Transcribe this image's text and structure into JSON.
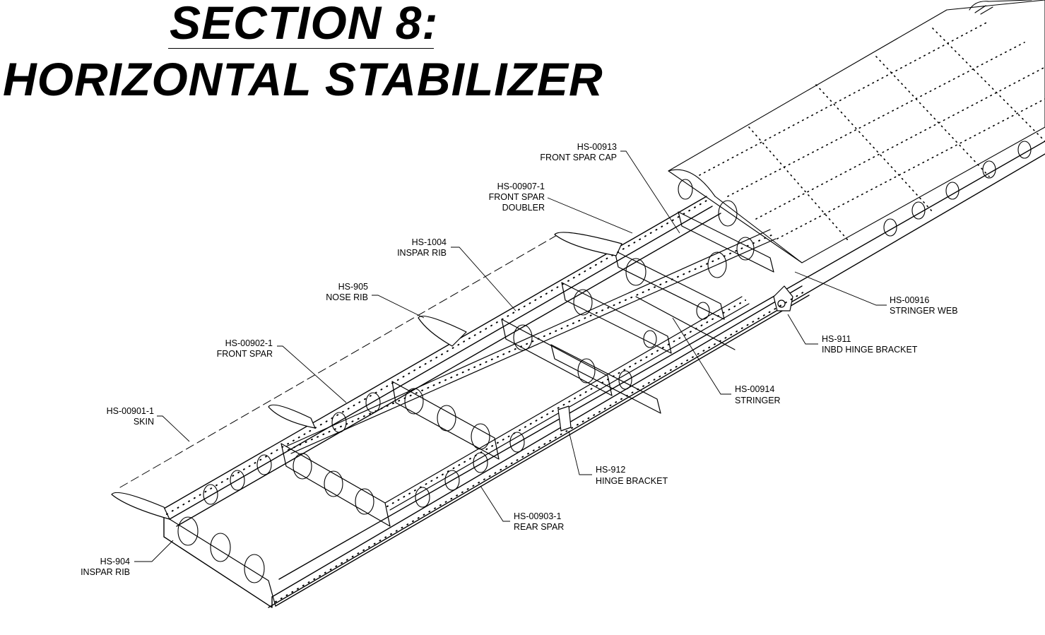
{
  "section_title": "SECTION 8:",
  "section_subtitle": "HORIZONTAL STABILIZER",
  "callouts": [
    {
      "id": "front-spar-cap",
      "part": "HS-00913",
      "desc": [
        "FRONT SPAR CAP"
      ]
    },
    {
      "id": "front-spar-doubler",
      "part": "HS-00907-1",
      "desc": [
        "FRONT SPAR",
        "DOUBLER"
      ]
    },
    {
      "id": "inspar-rib-1004",
      "part": "HS-1004",
      "desc": [
        "INSPAR RIB"
      ]
    },
    {
      "id": "nose-rib",
      "part": "HS-905",
      "desc": [
        "NOSE RIB"
      ]
    },
    {
      "id": "front-spar",
      "part": "HS-00902-1",
      "desc": [
        "FRONT SPAR"
      ]
    },
    {
      "id": "skin",
      "part": "HS-00901-1",
      "desc": [
        "SKIN"
      ]
    },
    {
      "id": "inspar-rib-904",
      "part": "HS-904",
      "desc": [
        "INSPAR RIB"
      ]
    },
    {
      "id": "rear-spar",
      "part": "HS-00903-1",
      "desc": [
        "REAR SPAR"
      ]
    },
    {
      "id": "hinge-bracket",
      "part": "HS-912",
      "desc": [
        "HINGE BRACKET"
      ]
    },
    {
      "id": "stringer",
      "part": "HS-00914",
      "desc": [
        "STRINGER"
      ]
    },
    {
      "id": "inbd-hinge-bracket",
      "part": "HS-911",
      "desc": [
        "INBD HINGE BRACKET"
      ]
    },
    {
      "id": "stringer-web",
      "part": "HS-00916",
      "desc": [
        "STRINGER WEB"
      ]
    }
  ]
}
